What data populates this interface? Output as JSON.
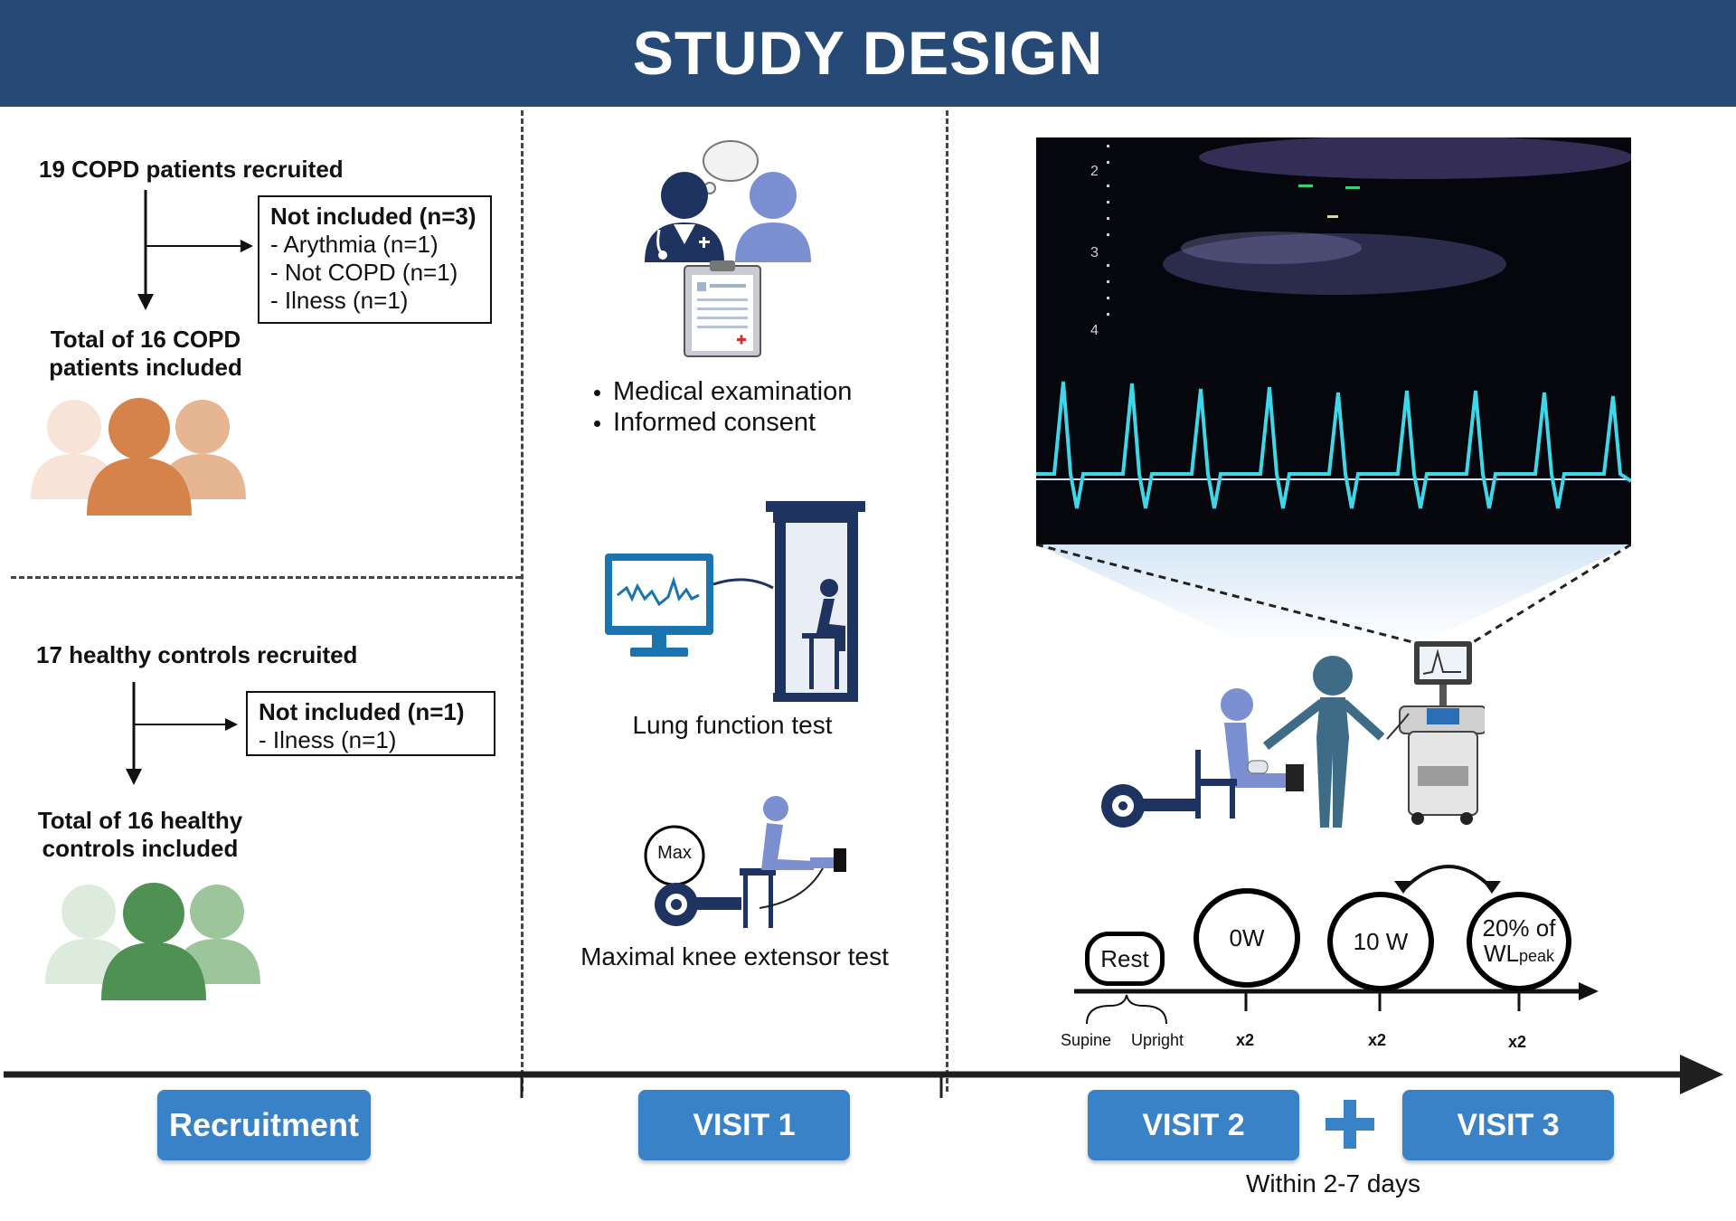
{
  "header": {
    "title": "STUDY DESIGN"
  },
  "recruitment": {
    "copd": {
      "recruited": "19 COPD patients recruited",
      "excluded_title": "Not included (n=3)",
      "excluded_items": [
        "- Arythmia (n=1)",
        "- Not COPD (n=1)",
        "- Ilness (n=1)"
      ],
      "total_line1": "Total of 16 COPD",
      "total_line2": "patients included"
    },
    "healthy": {
      "recruited": "17 healthy controls recruited",
      "excluded_title": "Not included (n=1)",
      "excluded_items": [
        "- Ilness (n=1)"
      ],
      "total_line1": "Total of 16 healthy",
      "total_line2": "controls included"
    }
  },
  "visit1": {
    "bullets": [
      "Medical examination",
      "Informed consent"
    ],
    "lung_label": "Lung function test",
    "knee_label": "Maximal knee extensor test",
    "max_label": "Max"
  },
  "visit23": {
    "rest_label": "Rest",
    "stage_0w": "0W",
    "stage_10w": "10 W",
    "stage_20_line1": "20% of",
    "stage_20_line2": "WL",
    "stage_20_sub": "peak",
    "supine": "Supine",
    "upright": "Upright",
    "x2_a": "x2",
    "x2_b": "x2",
    "x2_c": "x2",
    "within": "Within 2-7 days"
  },
  "timeline": {
    "recruitment": "Recruitment",
    "visit1": "VISIT 1",
    "visit2": "VISIT 2",
    "visit3": "VISIT 3"
  },
  "colors": {
    "header": "#264a75",
    "pill": "#3a82c8",
    "copd_group": "#d5834b",
    "healthy_group": "#4f9053",
    "person_blue": "#7b8fd1",
    "navy": "#1f3360"
  }
}
